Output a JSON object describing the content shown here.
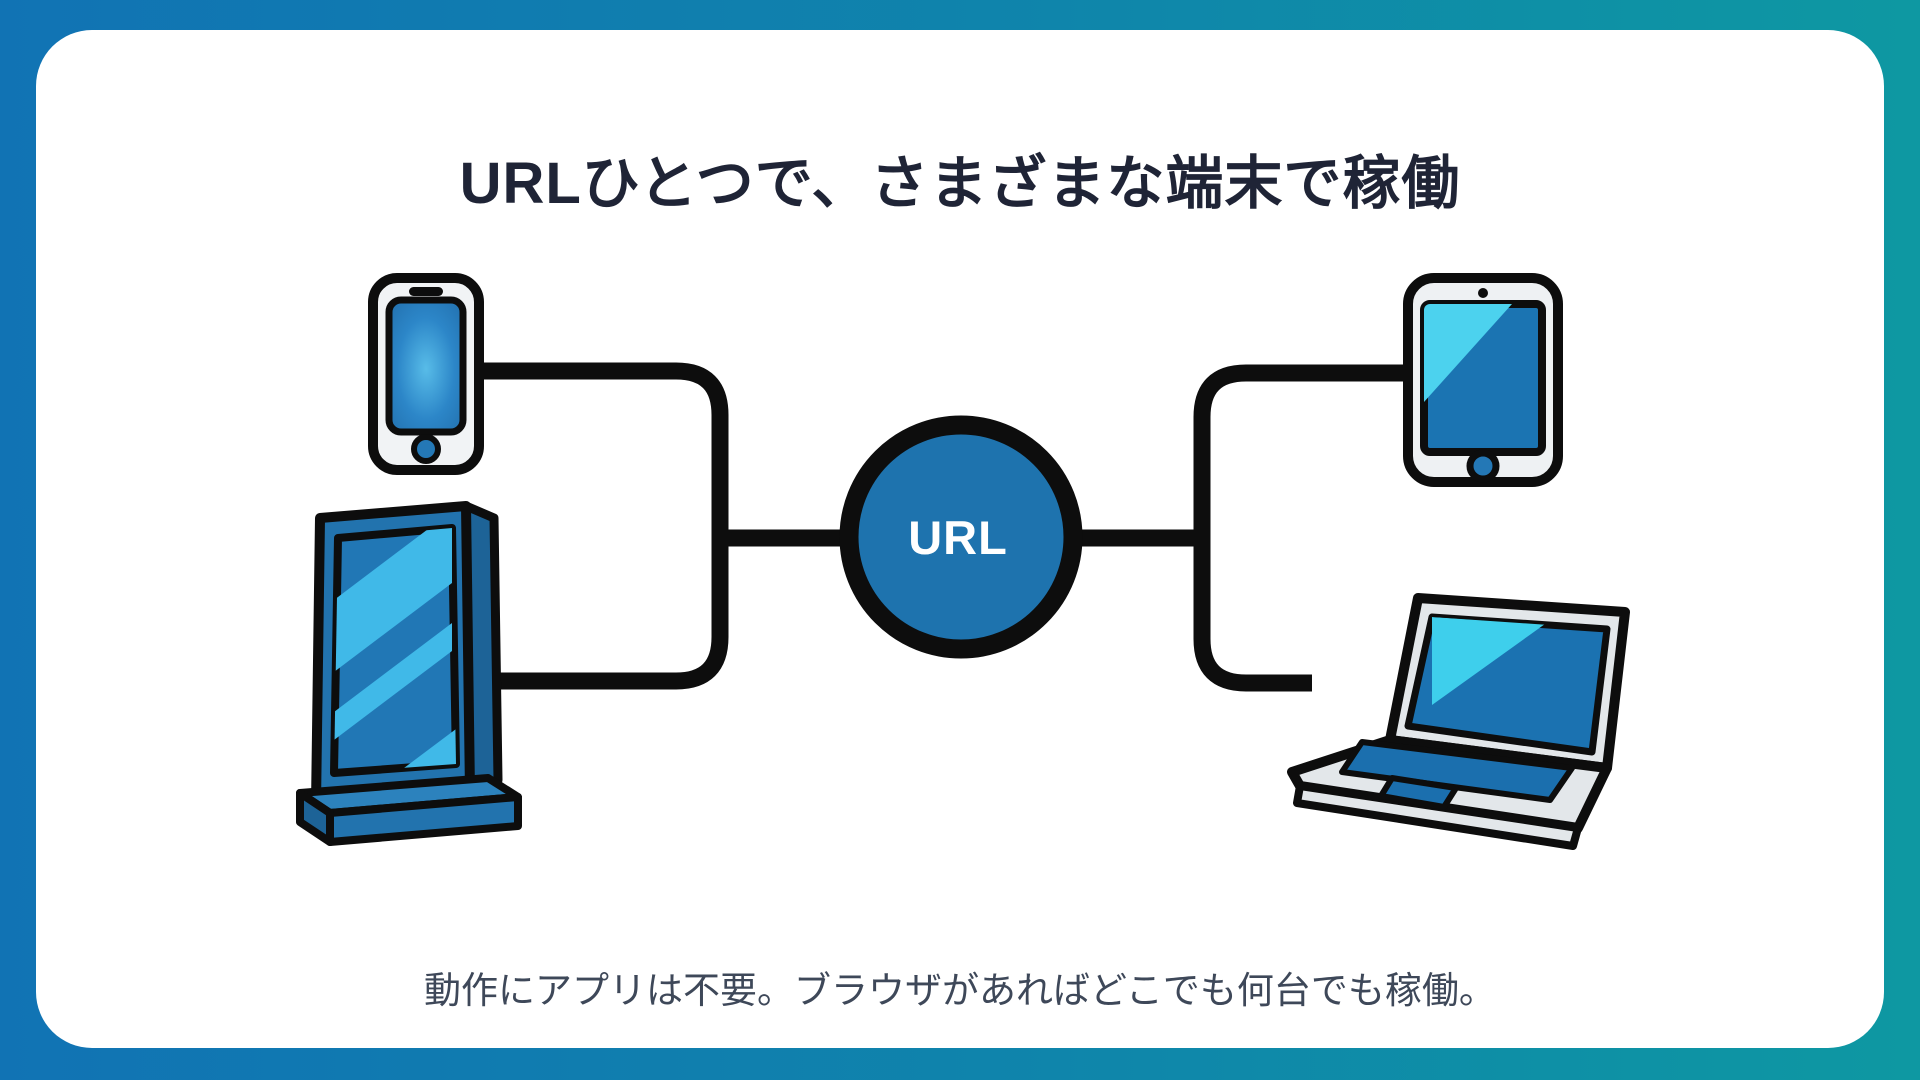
{
  "page": {
    "title": "URLひとつで、さまざまな端末で稼働",
    "subtitle": "動作にアプリは不要。ブラウザがあればどこでも何台でも稼働。"
  },
  "diagram": {
    "hub_label": "URL",
    "devices": [
      "smartphone",
      "digital-signage",
      "tablet",
      "laptop"
    ],
    "colors": {
      "background_gradient_left": "#1173b4",
      "background_gradient_right": "#0e98a2",
      "card_background": "#ffffff",
      "title_text": "#1f2436",
      "subtitle_text": "#3e4859",
      "outline_black": "#0d0d0d",
      "hub_fill": "#1e73ae",
      "hub_text": "#ffffff",
      "device_body_blue": "#2273ae",
      "device_bezel_light": "#eef1f3",
      "screen_blue": "#2177b5",
      "screen_glare_cyan": "#40b9e8",
      "glare_bright_cyan": "#4cd2ee",
      "laptop_body_gray": "#e3e7ea"
    }
  }
}
